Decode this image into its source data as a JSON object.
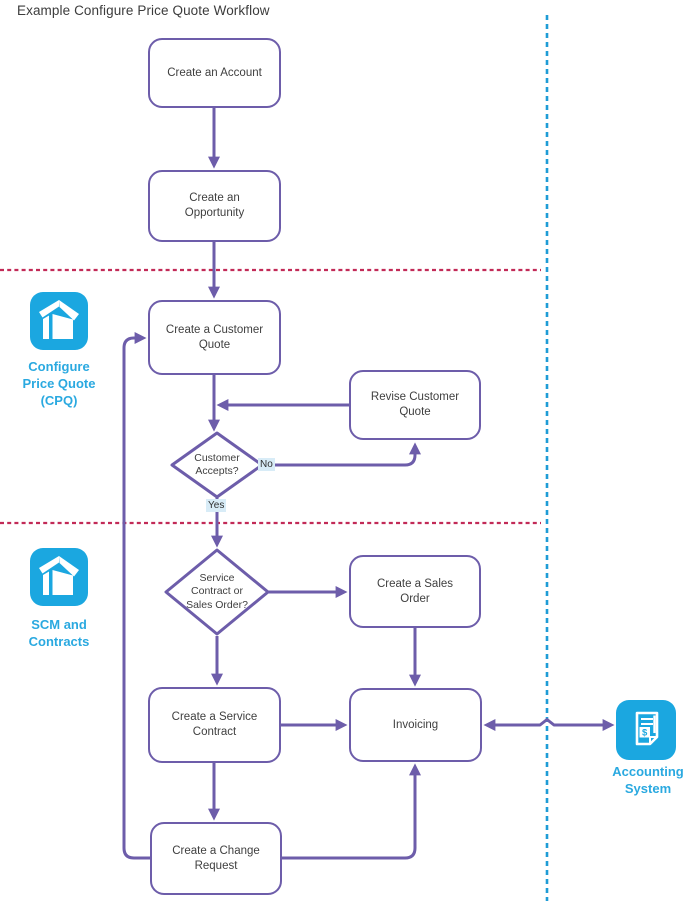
{
  "title": "Example Configure Price Quote Workflow",
  "nodes": {
    "create_account": {
      "label": "Create an Account"
    },
    "create_opportunity": {
      "label": "Create an\nOpportunity"
    },
    "create_customer_quote": {
      "label": "Create a Customer\nQuote"
    },
    "revise_customer_quote": {
      "label": "Revise Customer\nQuote"
    },
    "create_sales_order": {
      "label": "Create a Sales\nOrder"
    },
    "create_service_contract": {
      "label": "Create a Service\nContract"
    },
    "invoicing": {
      "label": "Invoicing"
    },
    "create_change_request": {
      "label": "Create a Change\nRequest"
    }
  },
  "decisions": {
    "customer_accepts": {
      "label": "Customer\nAccepts?"
    },
    "contract_or_sales_order": {
      "label": "Service\nContract or\nSales Order?"
    }
  },
  "edge_labels": {
    "no": "No",
    "yes": "Yes"
  },
  "systems": {
    "cpq": {
      "label": "Configure\nPrice Quote\n(CPQ)"
    },
    "scm": {
      "label": "SCM and\nContracts"
    },
    "accounting": {
      "label": "Accounting\nSystem"
    }
  },
  "colors": {
    "connector_purple": "#6d5daa",
    "icon_blue": "#1ba7e0",
    "system_label_blue": "#2aa9e0",
    "lane_divider_red": "#c22a57",
    "system_divider_blue": "#1e9cd6",
    "node_text": "#3f3f3f",
    "edge_label_bg": "#d8ecf7"
  }
}
